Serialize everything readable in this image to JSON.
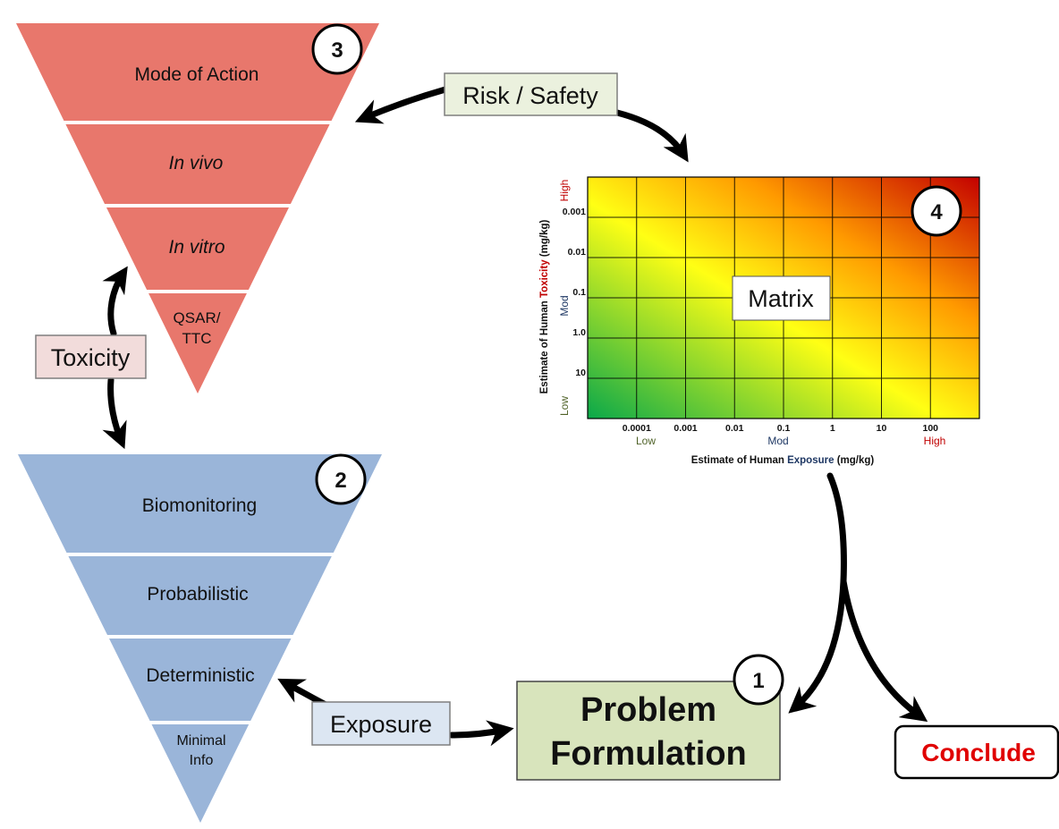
{
  "toxicity_pyramid": {
    "badge": "3",
    "tiers": [
      "Mode of Action",
      "In vivo",
      "In vitro",
      "QSAR/",
      "TTC"
    ]
  },
  "exposure_pyramid": {
    "badge": "2",
    "tiers": [
      "Biomonitoring",
      "Probabilistic",
      "Deterministic",
      "Minimal",
      "Info"
    ]
  },
  "labels": {
    "risk_safety": "Risk / Safety",
    "toxicity": "Toxicity",
    "exposure": "Exposure",
    "matrix": "Matrix"
  },
  "problem_formulation": {
    "badge": "1",
    "line1": "Problem",
    "line2": "Formulation"
  },
  "conclude": {
    "text": "Conclude"
  },
  "matrix_chart": {
    "badge": "4",
    "y_title_part1": "Estimate of Human ",
    "y_title_part2": "Toxicity",
    "y_title_part3": " (mg/kg)",
    "y_ticks": [
      "0.001",
      "0.01",
      "0.1",
      "1.0",
      "10"
    ],
    "y_levels": [
      "High",
      "Mod",
      "Low"
    ],
    "x_title_part1": "Estimate of Human ",
    "x_title_part2": "Exposure",
    "x_title_part3": " (mg/kg)",
    "x_ticks": [
      "0.0001",
      "0.001",
      "0.01",
      "0.1",
      "1",
      "10",
      "100"
    ],
    "x_levels": [
      "Low",
      "Mod",
      "High"
    ],
    "colors": {
      "low": "#0aa84a",
      "mid": "#ffff14",
      "high": "#c30000"
    }
  },
  "colors": {
    "toxicity_fill": "#e8776c",
    "exposure_fill": "#9ab5d9",
    "problem_fill": "#d8e4bc",
    "risk_fill": "#ebf1de",
    "toxicity_label_fill": "#f2dcdb",
    "exposure_label_fill": "#dce6f2",
    "conclude_text": "#e00000"
  }
}
